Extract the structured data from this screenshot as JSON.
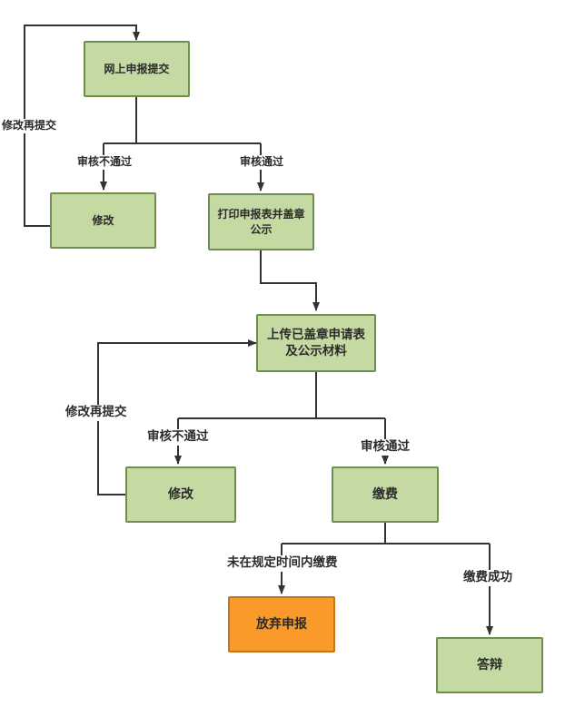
{
  "nodes": {
    "submit_online": "网上申报提交",
    "revise_1": "修改",
    "print_seal_line1": "打印申报表并盖章",
    "print_seal_line2": "公示",
    "upload_line1": "上传已盖章申请表",
    "upload_line2": "及公示材料",
    "revise_2": "修改",
    "pay_fee": "缴费",
    "give_up": "放弃申报",
    "defense": "答辩"
  },
  "edges": {
    "resubmit_1": "修改再提交",
    "reject_1": "审核不通过",
    "approve_1": "审核通过",
    "resubmit_2": "修改再提交",
    "reject_2": "审核不通过",
    "approve_2": "审核通过",
    "unpaid": "未在规定时间内缴费",
    "paid": "缴费成功"
  },
  "colors": {
    "node_fill": "#c5d9a2",
    "node_border": "#6e8f4e",
    "highlight_fill": "#f99a2a",
    "connector": "#333333"
  }
}
